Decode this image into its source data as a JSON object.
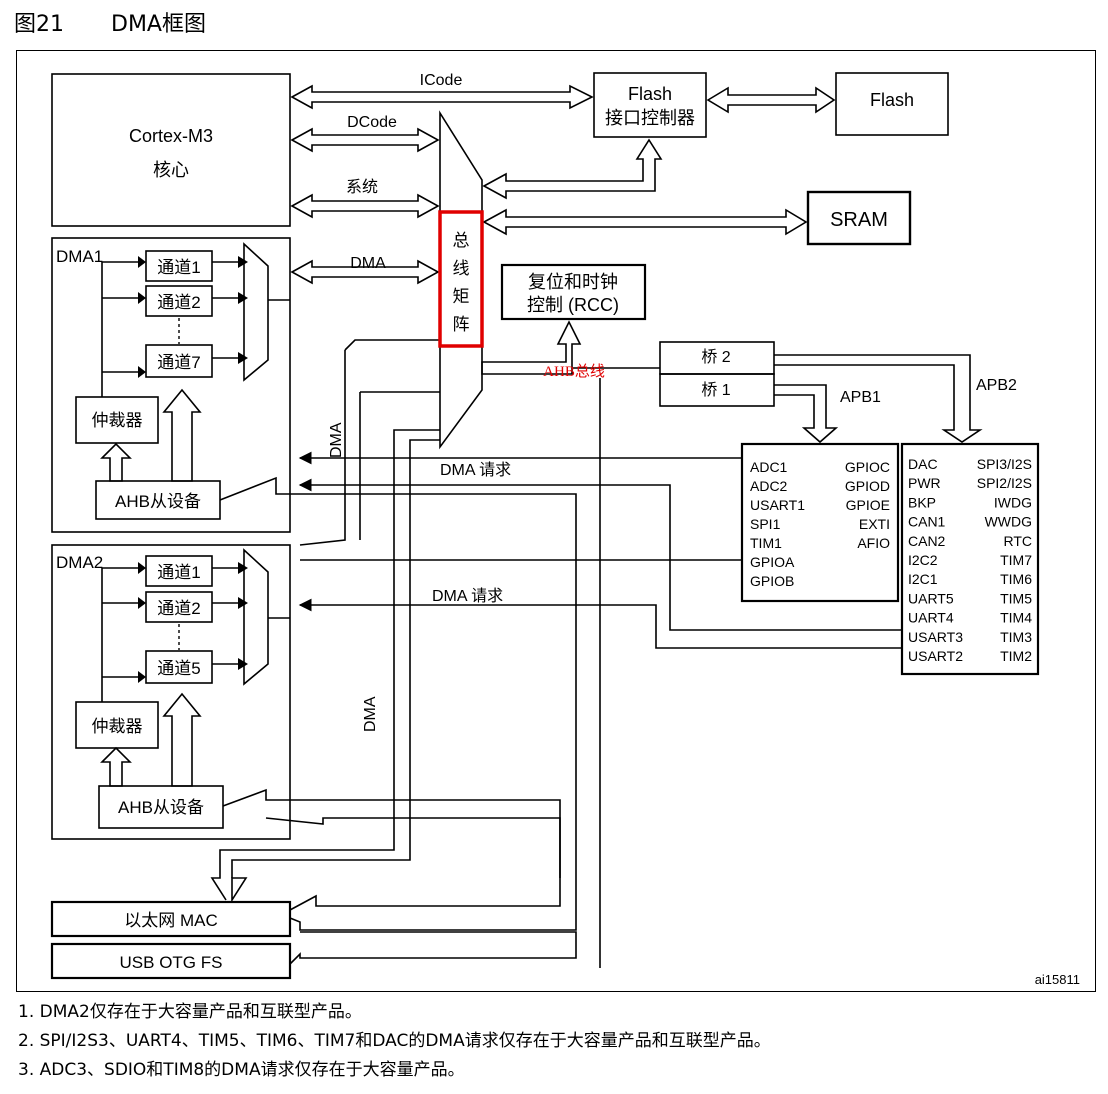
{
  "caption": {
    "number": "图21",
    "title": "DMA框图"
  },
  "diagram": {
    "core": [
      "Cortex-M3",
      "核心"
    ],
    "bus_labels": {
      "icode": "ICode",
      "dcode": "DCode",
      "system": "系统",
      "dma": "DMA",
      "dma_v1": "DMA",
      "dma_v2": "DMA",
      "apb1": "APB1",
      "apb2": "APB2",
      "ahb_bus": "AHB总线",
      "dma_request_1": "DMA  请求",
      "dma_request_2": "DMA  请求"
    },
    "flash_ctrl": [
      "Flash",
      "接口控制器"
    ],
    "flash": "Flash",
    "sram": "SRAM",
    "bus_matrix": [
      "总",
      "线",
      "矩",
      "阵"
    ],
    "rcc": [
      "复位和时钟",
      "控制 (RCC)"
    ],
    "bridge2": "桥  2",
    "bridge1": "桥  1",
    "dma1": {
      "title": "DMA1",
      "channels": [
        "通道1",
        "通道2",
        "通道7"
      ],
      "arbiter": "仲裁器",
      "ahb_slave": "AHB从设备"
    },
    "dma2": {
      "title": "DMA2",
      "channels": [
        "通道1",
        "通道2",
        "通道5"
      ],
      "arbiter": "仲裁器",
      "ahb_slave": "AHB从设备"
    },
    "apb1_left": [
      "ADC1",
      "ADC2",
      "USART1",
      "SPI1",
      "TIM1",
      "GPIOA",
      "GPIOB"
    ],
    "apb1_right": [
      "GPIOC",
      "GPIOD",
      "GPIOE",
      "EXTI",
      "AFIO"
    ],
    "apb2_left": [
      "DAC",
      "PWR",
      "BKP",
      "CAN1",
      "CAN2",
      "I2C2",
      "I2C1",
      "UART5",
      "UART4",
      "USART3",
      "USART2"
    ],
    "apb2_right": [
      "SPI3/I2S",
      "SPI2/I2S",
      "IWDG",
      "WWDG",
      "RTC",
      "TIM7",
      "TIM6",
      "TIM5",
      "TIM4",
      "TIM3",
      "TIM2"
    ],
    "ethernet": "以太网 MAC",
    "usb": "USB OTG FS",
    "figure_id": "ai15811",
    "highlight_color": "#e00000"
  },
  "notes": [
    "1.  DMA2仅存在于大容量产品和互联型产品。",
    "2.  SPI/I2S3、UART4、TIM5、TIM6、TIM7和DAC的DMA请求仅存在于大容量产品和互联型产品。",
    "3.  ADC3、SDIO和TIM8的DMA请求仅存在于大容量产品。"
  ]
}
